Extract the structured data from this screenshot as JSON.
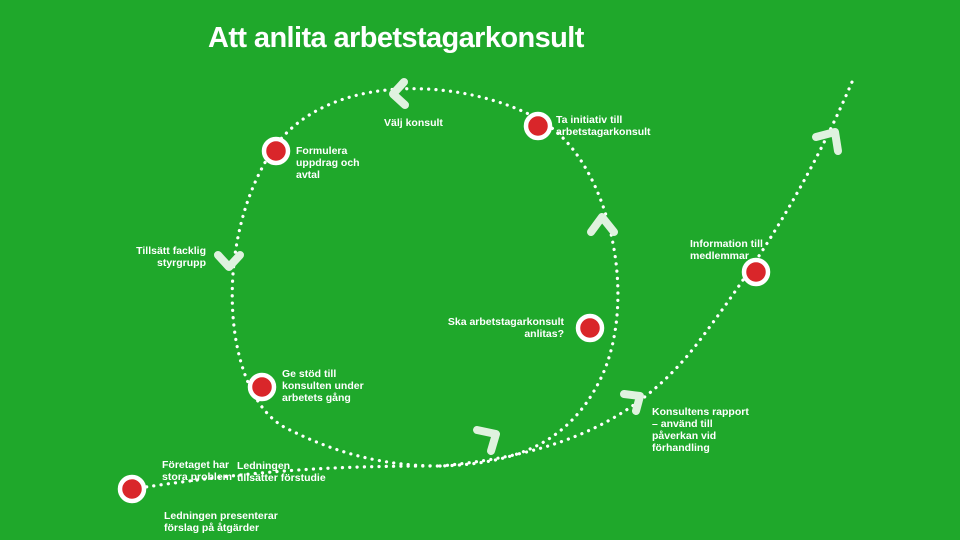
{
  "title": "Att anlita arbetstagarkonsult",
  "colors": {
    "background": "#1fa82b",
    "path": "#ffffff",
    "arrow": "#dff2df",
    "node_fill": "#d9262a",
    "node_ring": "#ffffff"
  },
  "steps": {
    "problem": "Företaget har\nstora problem",
    "forstudie": "Ledningen\ntillsätter förstudie",
    "presenterar": "Ledningen presenterar\nförslag på åtgärder",
    "ska_anlitas": "Ska arbetstagarkonsult\nanlitas?",
    "initiativ": "Ta initiativ till\narbetstagarkonsult",
    "valj": "Välj konsult",
    "formulera": "Formulera\nuppdrag och\navtal",
    "styrgrupp": "Tillsätt facklig\nstyrgrupp",
    "stod": "Ge stöd till\nkonsulten under\narbetets gång",
    "rapport": "Konsultens rapport\n– använd till\npåverkan vid\nförhandling",
    "information": "Information till\nmedlemmar"
  }
}
